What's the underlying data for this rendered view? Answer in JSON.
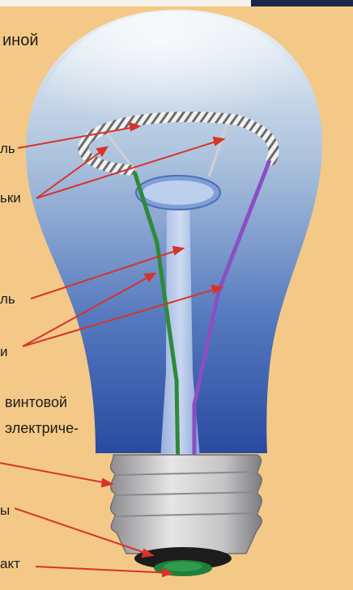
{
  "labels": {
    "title_fragment": "иной",
    "spiral": "ль",
    "holders": "ьки",
    "stem": "ль",
    "leads": "и",
    "cap_line1": "винтовой",
    "cap_line2": "электриче-",
    "insulator": "ы",
    "contact": "акт"
  },
  "colors": {
    "background": "#f4c987",
    "bulb_light": "#e4ecf4",
    "bulb_dark": "#2b4fa8",
    "base_metal": "#b9b9bb",
    "green_wire": "#2e8a3a",
    "purple_wire": "#8a4fc0",
    "arrows": "#d8332a",
    "insulator": "#1c1c1c",
    "contact": "#1f7f3a"
  }
}
